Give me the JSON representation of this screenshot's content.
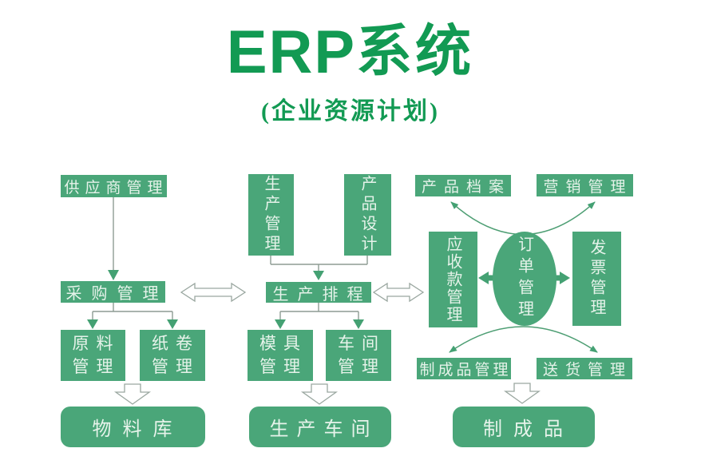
{
  "title": {
    "latin": "ERP",
    "cjk": "系统"
  },
  "subtitle": "(企业资源计划)",
  "colors": {
    "accent_green": "#4aa679",
    "title_green": "#129a53",
    "node_text": "#e6f3ea",
    "connector_gray": "#8d9c93",
    "arrowhead_green": "#44a173",
    "background": "#ffffff"
  },
  "nodes": {
    "supplier": "供应商管理",
    "purchasing": "采购管理",
    "raw_material": "原料\n管理",
    "paper_roll": "纸卷\n管理",
    "material_warehouse": "物料库",
    "production_mgmt": "生产管理",
    "product_design": "产品设计",
    "production_scheduling": "生产排程",
    "mold_mgmt": "模具\n管理",
    "workshop_mgmt": "车间\n管理",
    "production_workshop": "生产车间",
    "product_archive": "产品档案",
    "marketing_mgmt": "营销管理",
    "receivables_mgmt": "应收款管理",
    "order_mgmt": "订单管理",
    "invoice_mgmt": "发票管理",
    "finished_product_mgmt": "制成品管理",
    "delivery_mgmt": "送货管理",
    "finished_product": "制成品"
  },
  "edges": [
    {
      "from": "供应商管理",
      "to": "采购管理",
      "style": "arrow"
    },
    {
      "from": "采购管理",
      "to": "原料管理",
      "style": "arrow"
    },
    {
      "from": "采购管理",
      "to": "纸卷管理",
      "style": "arrow"
    },
    {
      "from": "原料管理/纸卷管理",
      "to": "物料库",
      "style": "block-arrow"
    },
    {
      "from": "采购管理",
      "to": "生产排程",
      "style": "double-arrow"
    },
    {
      "from": "生产管理",
      "to": "生产排程",
      "style": "arrow"
    },
    {
      "from": "产品设计",
      "to": "生产排程",
      "style": "arrow"
    },
    {
      "from": "生产排程",
      "to": "模具管理",
      "style": "arrow"
    },
    {
      "from": "生产排程",
      "to": "车间管理",
      "style": "arrow"
    },
    {
      "from": "模具管理/车间管理",
      "to": "生产车间",
      "style": "block-arrow"
    },
    {
      "from": "生产排程",
      "to": "应收款管理",
      "style": "double-arrow"
    },
    {
      "from": "订单管理",
      "to": "应收款管理",
      "style": "arrow"
    },
    {
      "from": "订单管理",
      "to": "发票管理",
      "style": "arrow"
    },
    {
      "from": "订单管理",
      "to": "产品档案",
      "style": "curved-arrow"
    },
    {
      "from": "订单管理",
      "to": "营销管理",
      "style": "curved-arrow"
    },
    {
      "from": "订单管理",
      "to": "制成品管理",
      "style": "curved-arrow"
    },
    {
      "from": "订单管理",
      "to": "送货管理",
      "style": "curved-arrow"
    },
    {
      "from": "制成品管理/送货管理",
      "to": "制成品",
      "style": "block-arrow"
    }
  ]
}
